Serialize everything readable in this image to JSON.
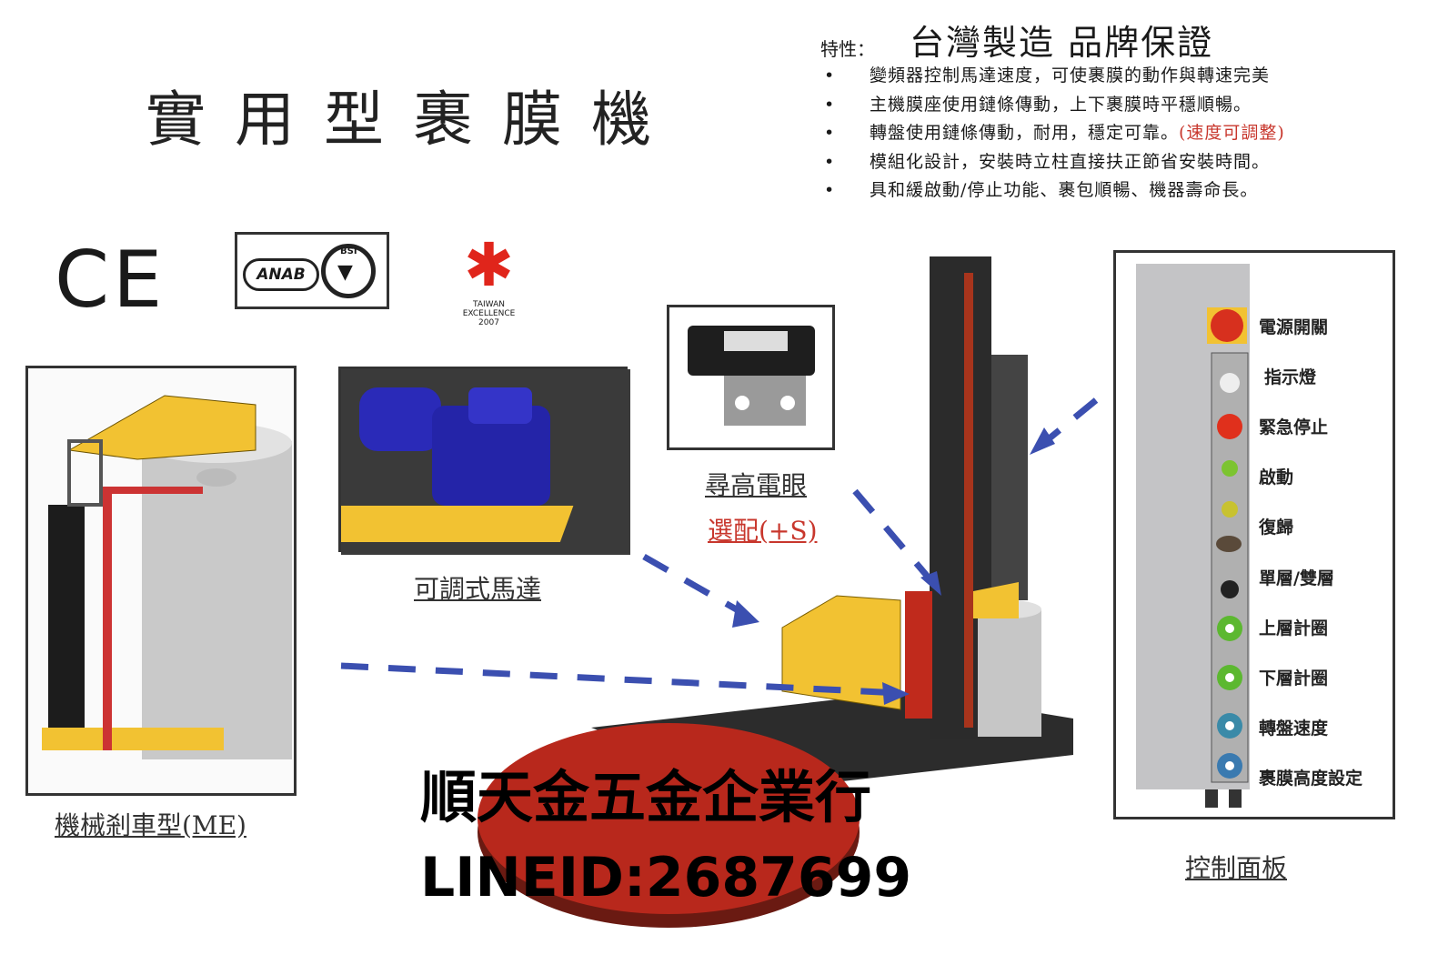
{
  "title": "實用型裹膜機",
  "features": {
    "label": "特性：",
    "slogan": "台灣製造  品牌保證",
    "items": [
      {
        "text": "變頻器控制馬達速度，可使裹膜的動作與轉速完美",
        "note": ""
      },
      {
        "text": "主機膜座使用鏈條傳動，上下裹膜時平穩順暢。",
        "note": ""
      },
      {
        "text": "轉盤使用鏈條傳動，耐用，穩定可靠。",
        "note": "(速度可調整)"
      },
      {
        "text": "模組化設計，安裝時立柱直接扶正節省安裝時間。",
        "note": ""
      },
      {
        "text": "具和緩啟動/停止功能、裹包順暢、機器壽命長。",
        "note": ""
      }
    ]
  },
  "logos": {
    "ce": "CE",
    "anab": "ANAB",
    "bsi": "BSI",
    "taiwan_excellence": [
      "TAIWAN",
      "EXCELLENCE",
      "2007"
    ]
  },
  "captions": {
    "brake": "機械剎車型(ME)",
    "motor": "可調式馬達",
    "sensor": "尋高電眼",
    "sensor_option": "選配(+S)",
    "panel": "控制面板"
  },
  "control_panel": {
    "labels": [
      "電源開關",
      "指示燈",
      "緊急停止",
      "啟動",
      "復歸",
      "單層/雙層",
      "上層計圈",
      "下層計圈",
      "轉盤速度",
      "裹膜高度設定"
    ]
  },
  "watermark": {
    "company": "順天金五金企業行",
    "line_id": "LINEID:2687699"
  },
  "colors": {
    "turntable": "#b8281c",
    "machine_yellow": "#f2c232",
    "arrow_blue": "#3b4fb0",
    "motor_blue": "#2a2ab8",
    "option_red": "#c8372d"
  }
}
